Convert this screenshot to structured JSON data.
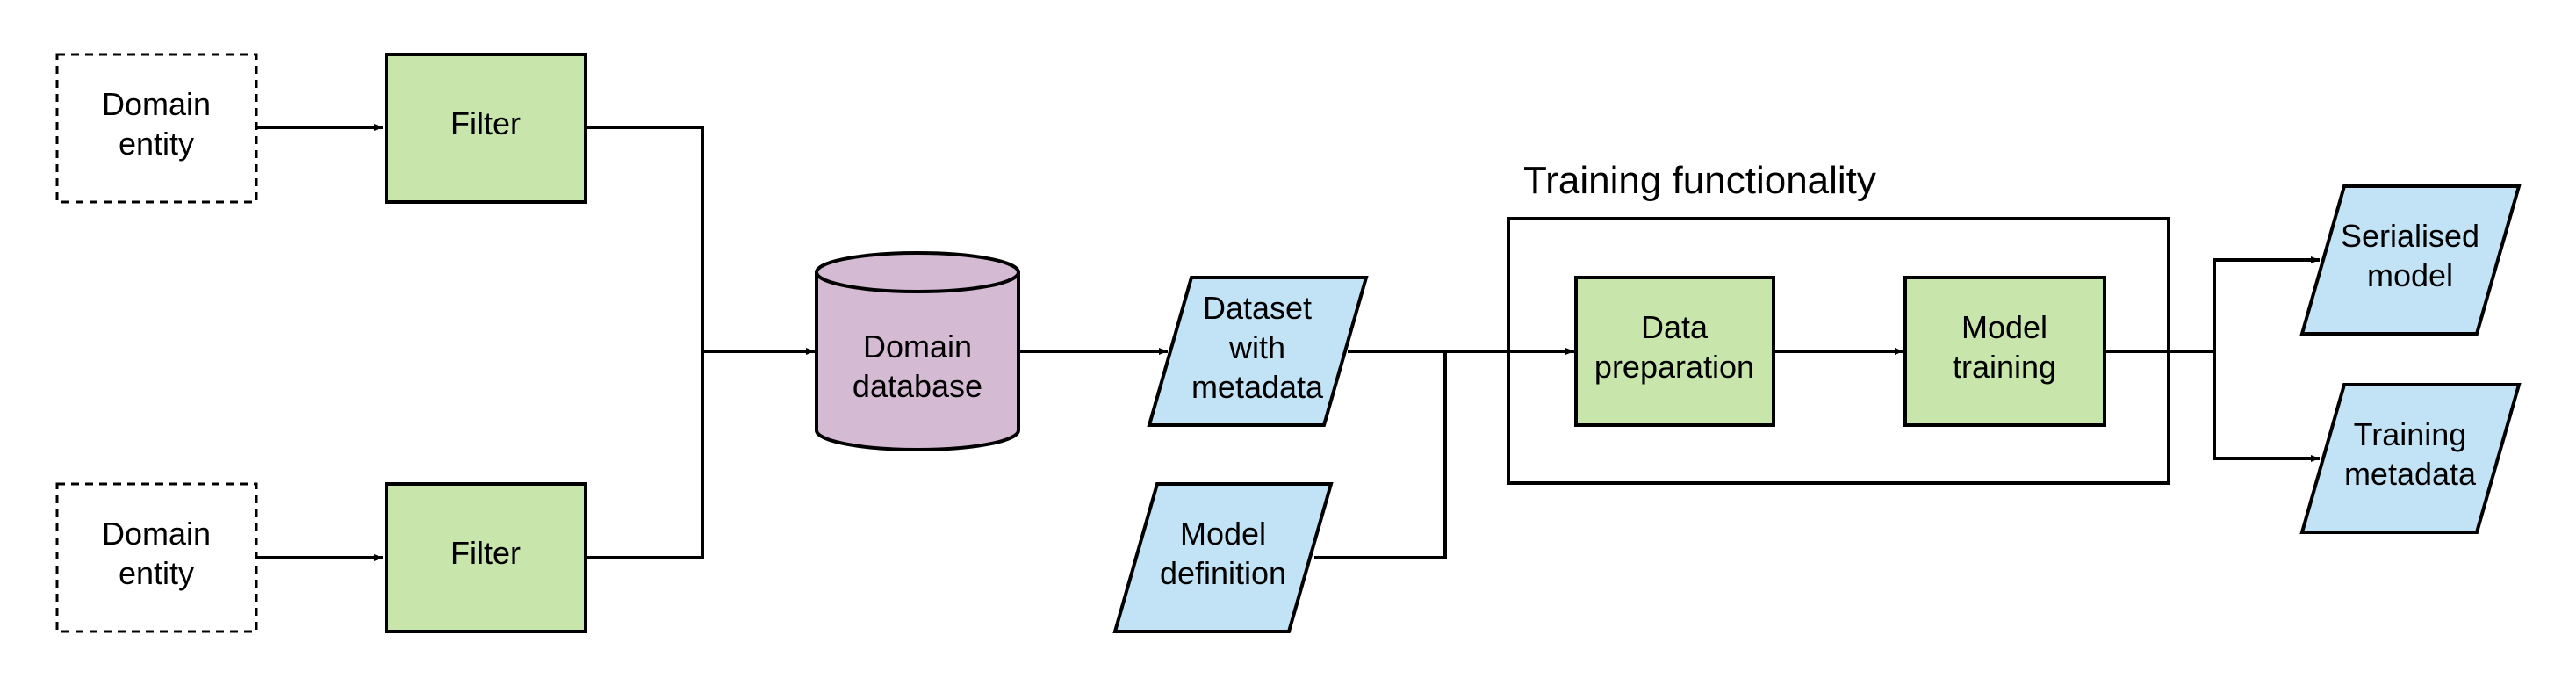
{
  "colors": {
    "process_fill": "#c8e6ab",
    "io_fill": "#c1e3f5",
    "database_fill": "#d4bad3",
    "entity_fill": "#ffffff",
    "stroke": "#000000"
  },
  "nodes": {
    "domain_entity_top": {
      "line1": "Domain",
      "line2": "entity"
    },
    "domain_entity_bottom": {
      "line1": "Domain",
      "line2": "entity"
    },
    "filter_top": {
      "label": "Filter"
    },
    "filter_bottom": {
      "label": "Filter"
    },
    "domain_database": {
      "line1": "Domain",
      "line2": "database"
    },
    "dataset": {
      "line1": "Dataset",
      "line2": "with",
      "line3": "metadata"
    },
    "model_definition": {
      "line1": "Model",
      "line2": "definition"
    },
    "training_group": {
      "title": "Training functionality"
    },
    "data_preparation": {
      "line1": "Data",
      "line2": "preparation"
    },
    "model_training": {
      "line1": "Model",
      "line2": "training"
    },
    "serialised_model": {
      "line1": "Serialised",
      "line2": "model"
    },
    "training_metadata": {
      "line1": "Training",
      "line2": "metadata"
    }
  }
}
